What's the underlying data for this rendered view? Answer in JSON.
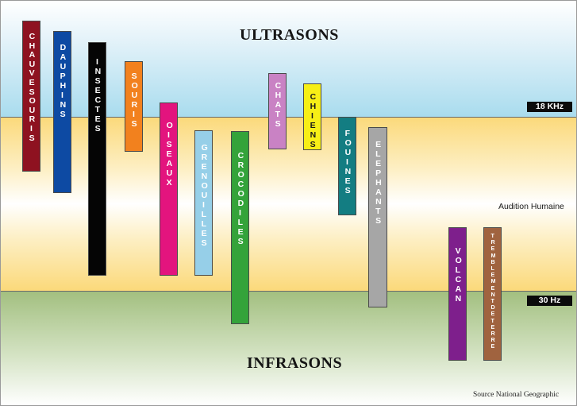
{
  "zones": {
    "ultrasons": "ULTRASONS",
    "infrasons": "INFRASONS",
    "upper_limit": "18 KHz",
    "lower_limit": "30 Hz",
    "human_range": "Audition Humaine"
  },
  "source": "Source National Geographic",
  "bars": [
    {
      "key": "chauve-souris",
      "label": "CHAUVESOURIS",
      "color": "#8e1220"
    },
    {
      "key": "dauphins",
      "label": "DAUPHINS",
      "color": "#0d4aa3"
    },
    {
      "key": "insectes",
      "label": "INSECTES",
      "color": "#050505"
    },
    {
      "key": "souris",
      "label": "SOURIS",
      "color": "#f2811e"
    },
    {
      "key": "oiseaux",
      "label": "OISEAUX",
      "color": "#e3147e"
    },
    {
      "key": "grenouilles",
      "label": "GRENOUILLES",
      "color": "#96cfe8"
    },
    {
      "key": "crocodiles",
      "label": "CROCODILES",
      "color": "#34a33a"
    },
    {
      "key": "chats",
      "label": "CHATS",
      "color": "#c982c4"
    },
    {
      "key": "chiens",
      "label": "CHIENS",
      "color": "#f7ef16",
      "text_color": "#1a1a1a"
    },
    {
      "key": "fouines",
      "label": "FOUINES",
      "color": "#137d82"
    },
    {
      "key": "elephants",
      "label": "ELEPHANTS",
      "color": "#a6a6a6"
    },
    {
      "key": "volcan",
      "label": "VOLCAN",
      "color": "#7e1f8c"
    },
    {
      "key": "tremblement-de-terre",
      "label": "TREMBLEMENTDETERRE",
      "color": "#a0633f"
    }
  ]
}
